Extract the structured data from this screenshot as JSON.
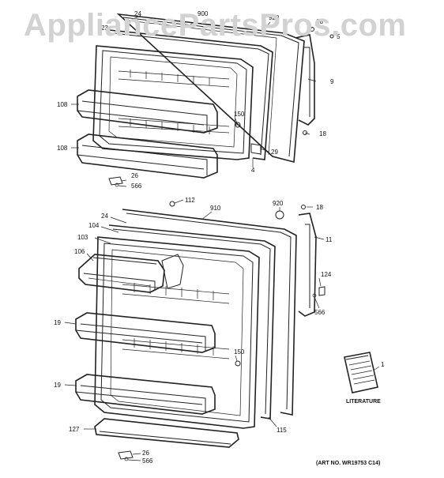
{
  "watermark": "AppliancePartsPros.com",
  "art_number": "(ART NO. WR19753 C14)",
  "literature_label": "LITERATURE",
  "freezer_labels": {
    "l24": "24",
    "l900": "900",
    "l920": "920",
    "l18a": "18",
    "l5": "5",
    "l23": "23",
    "l9": "9",
    "l108a": "108",
    "l108b": "108",
    "l150": "150",
    "l29": "29",
    "l18b": "18",
    "l4": "4",
    "l26": "26",
    "l566": "566"
  },
  "fresh_labels": {
    "l112": "112",
    "l910": "910",
    "l920": "920",
    "l18": "18",
    "l24": "24",
    "l104": "104",
    "l11": "11",
    "l103": "103",
    "l106": "106",
    "l124": "124",
    "l566a": "566",
    "l19a": "19",
    "l150": "150",
    "l1": "1",
    "l19b": "19",
    "l127": "127",
    "l115": "115",
    "l26": "26",
    "l566b": "566"
  }
}
